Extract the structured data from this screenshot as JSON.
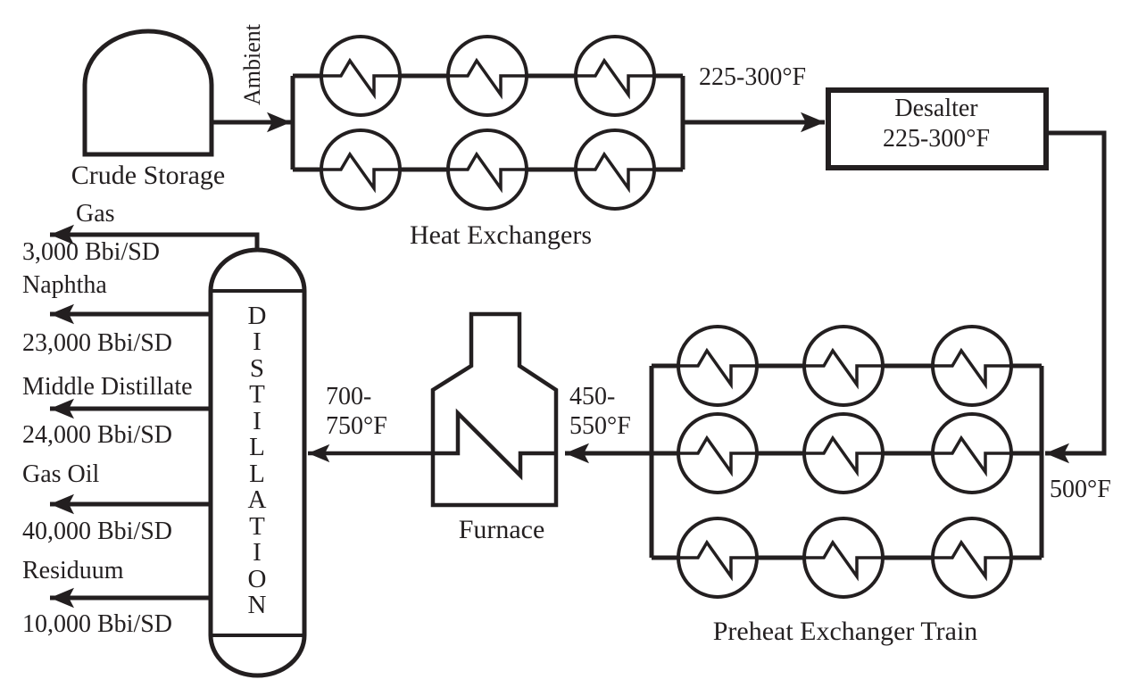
{
  "colors": {
    "ink": "#231f20",
    "background": "#ffffff"
  },
  "equipment": {
    "crude_storage": {
      "label": "Crude Storage"
    },
    "heat_exchangers": {
      "label": "Heat Exchangers"
    },
    "desalter": {
      "name": "Desalter",
      "temperature": "225-300°F"
    },
    "preheat_train": {
      "label": "Preheat Exchanger Train"
    },
    "furnace": {
      "label": "Furnace"
    },
    "distillation_column": {
      "label": "DISTILLATION",
      "letters": [
        "D",
        "I",
        "S",
        "T",
        "I",
        "L",
        "L",
        "A",
        "T",
        "I",
        "O",
        "N"
      ]
    }
  },
  "streams": {
    "crude_feed": {
      "label": "Ambient"
    },
    "hx_to_desalter": {
      "label": "225-300°F"
    },
    "desalter_to_train": {
      "label": "500°F"
    },
    "train_to_furnace": {
      "line1": "450-",
      "line2": "550°F"
    },
    "furnace_to_column": {
      "line1": "700-",
      "line2": "750°F"
    }
  },
  "products": [
    {
      "name": "Gas",
      "rate": "3,000 Bbi/SD"
    },
    {
      "name": "Naphtha",
      "rate": "23,000 Bbi/SD"
    },
    {
      "name": "Middle Distillate",
      "rate": "24,000 Bbi/SD"
    },
    {
      "name": "Gas Oil",
      "rate": "40,000 Bbi/SD"
    },
    {
      "name": "Residuum",
      "rate": "10,000 Bbi/SD"
    }
  ]
}
